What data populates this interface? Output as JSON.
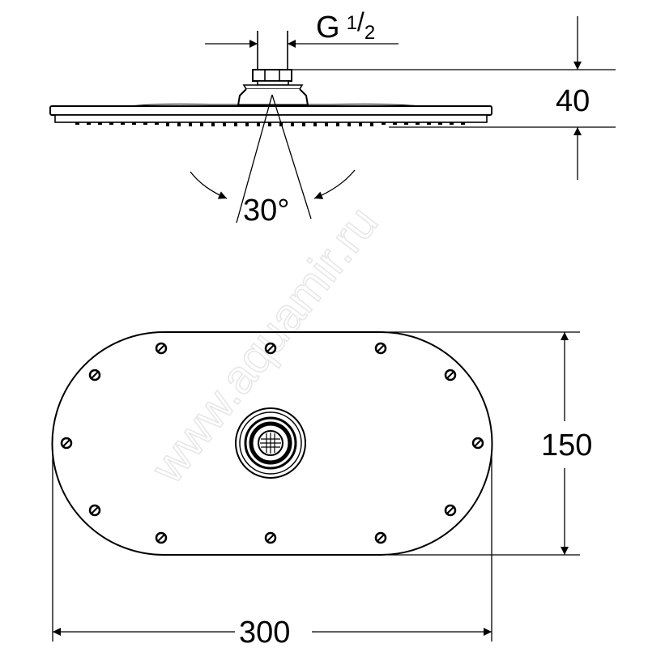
{
  "dimensions": {
    "thread": {
      "main": "G",
      "num": "1",
      "slash": "/",
      "den": "2"
    },
    "height": "40",
    "spray_angle": "30°",
    "width": "150",
    "length": "300"
  },
  "watermark": "www.aquamir.ru",
  "colors": {
    "line": "#000000",
    "background": "#ffffff",
    "watermark": "#e6e6e6"
  }
}
